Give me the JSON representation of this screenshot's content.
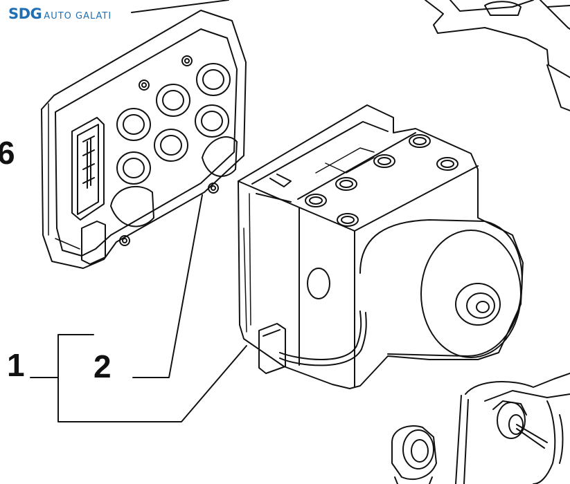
{
  "watermark": {
    "brand_mark": "SDG",
    "brand_name": "AUTO GALATI",
    "brand_color": "#1f6fb2"
  },
  "callouts": {
    "c1": "1",
    "c2": "2",
    "c6": "6"
  },
  "colors": {
    "line": "#111111",
    "background": "#ffffff"
  }
}
